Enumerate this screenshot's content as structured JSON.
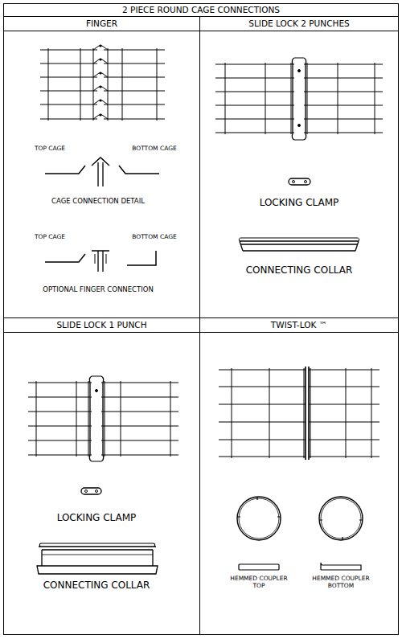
{
  "diagram": {
    "title": "2 PIECE ROUND CAGE CONNECTIONS",
    "nodes": [
      {
        "text": [
          "FINGER"
        ]
      },
      {
        "text": [
          "SLIDE LOCK 2 PUNCHES"
        ]
      },
      {
        "text": [
          "SLIDE LOCK 1 PUNCH"
        ]
      },
      {
        "text": [
          "TWIST-LOK ™"
        ]
      }
    ],
    "labels": [
      "TOP CAGE",
      "BOTTOM CAGE",
      "CAGE CONNECTION DETAIL",
      "TOP CAGE",
      "BOTTOM CAGE",
      "OPTIONAL FINGER CONNECTION",
      "LOCKING CLAMP",
      "CONNECTING COLLAR",
      "LOCKING CLAMP",
      "CONNECTING COLLAR",
      "HEMMED COUPLER TOP",
      "HEMMED COUPLER BOTTOM"
    ]
  }
}
